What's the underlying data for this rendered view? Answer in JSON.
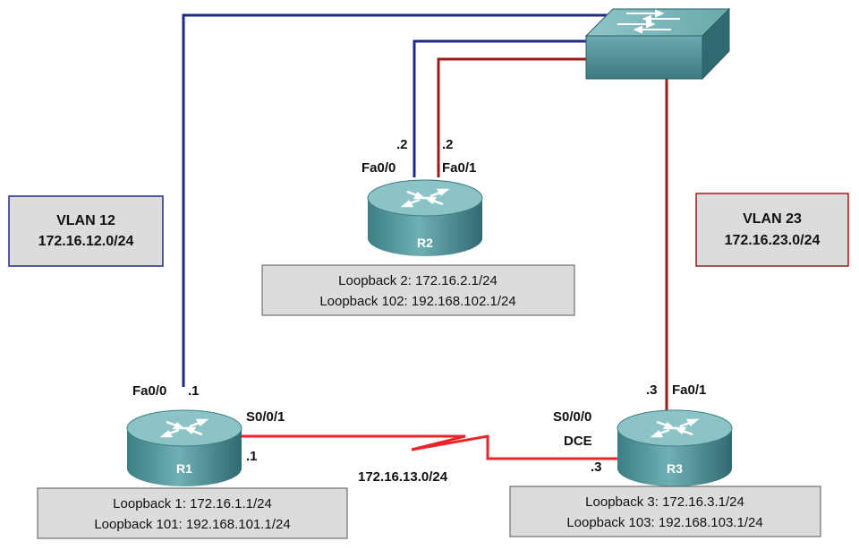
{
  "colors": {
    "vlan12": "#1c2a88",
    "vlan23": "#9e1b1b",
    "serial": "#e8262a",
    "device_teal": "#5f9ea3",
    "box_fill": "#dcdcdc"
  },
  "vlan12": {
    "name": "VLAN 12",
    "net": "172.16.12.0/24"
  },
  "vlan23": {
    "name": "VLAN 23",
    "net": "172.16.23.0/24"
  },
  "switch": {
    "icon": "switch-icon"
  },
  "r1": {
    "name": "R1",
    "fa_if": "Fa0/0",
    "fa_ip": ".1",
    "s_if": "S0/0/1",
    "s_ip": ".1",
    "lo1": "Loopback 1: 172.16.1.1/24",
    "lo2": "Loopback 101: 192.168.101.1/24"
  },
  "r2": {
    "name": "R2",
    "fa0_if": "Fa0/0",
    "fa0_ip": ".2",
    "fa1_if": "Fa0/1",
    "fa1_ip": ".2",
    "lo1": "Loopback 2: 172.16.2.1/24",
    "lo2": "Loopback 102: 192.168.102.1/24"
  },
  "r3": {
    "name": "R3",
    "fa_if": "Fa0/1",
    "fa_ip": ".3",
    "s_if": "S0/0/0",
    "s_dce": "DCE",
    "s_ip": ".3",
    "lo1": "Loopback 3: 172.16.3.1/24",
    "lo2": "Loopback 103: 192.168.103.1/24"
  },
  "serial_link": {
    "net": "172.16.13.0/24"
  }
}
